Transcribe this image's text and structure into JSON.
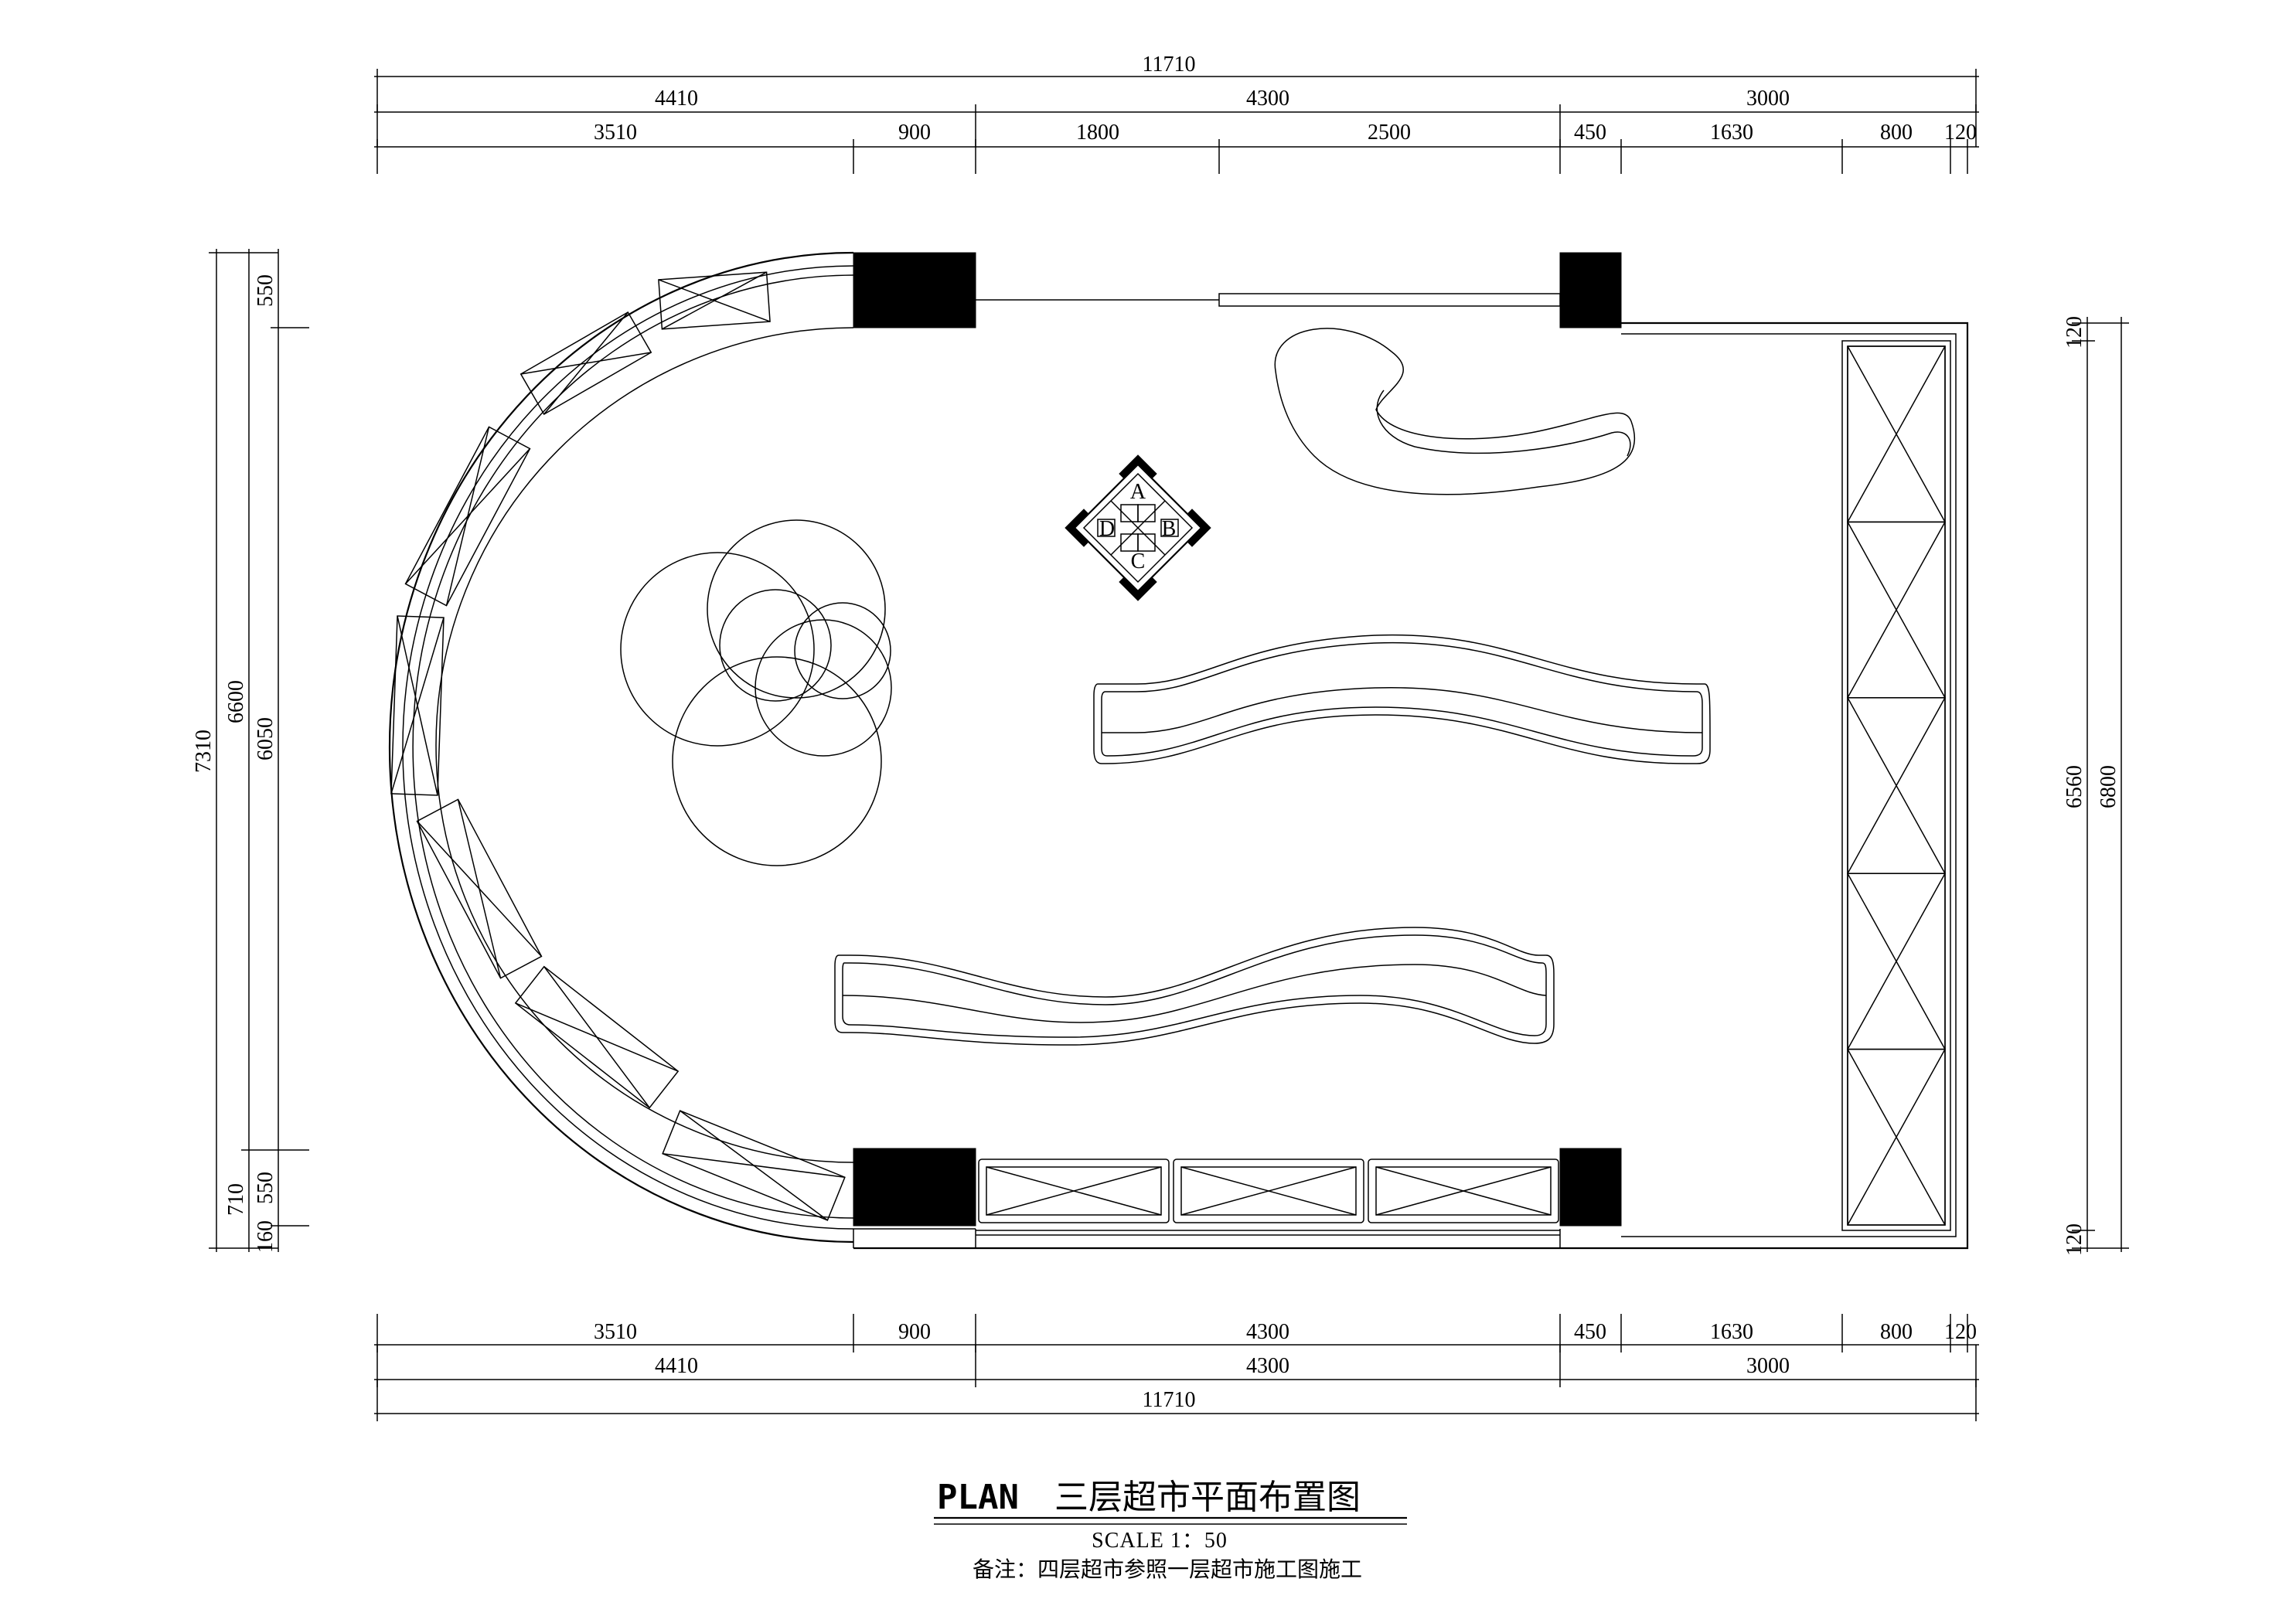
{
  "drawing": {
    "title_en": "PLAN",
    "title_cn": "三层超市平面布置图",
    "scale": "SCALE 1：50",
    "note": "备注：四层超市参照一层超市施工图施工"
  },
  "dimensions": {
    "top_total": "11710",
    "top_mid": [
      "4410",
      "4300",
      "3000"
    ],
    "top_detail": [
      "3510",
      "900",
      "1800",
      "2500",
      "450",
      "1630",
      "800",
      "120"
    ],
    "bottom_detail": [
      "3510",
      "900",
      "4300",
      "450",
      "1630",
      "800",
      "120"
    ],
    "bottom_mid": [
      "4410",
      "4300",
      "3000"
    ],
    "bottom_total": "11710",
    "left_total": "7310",
    "left_mid": [
      "6600",
      "710"
    ],
    "left_detail": [
      "550",
      "6050",
      "550",
      "160"
    ],
    "right_outer": "6800",
    "right_inner": [
      "120",
      "6560",
      "120"
    ]
  },
  "legend": {
    "letters": [
      "A",
      "B",
      "C",
      "D"
    ]
  }
}
